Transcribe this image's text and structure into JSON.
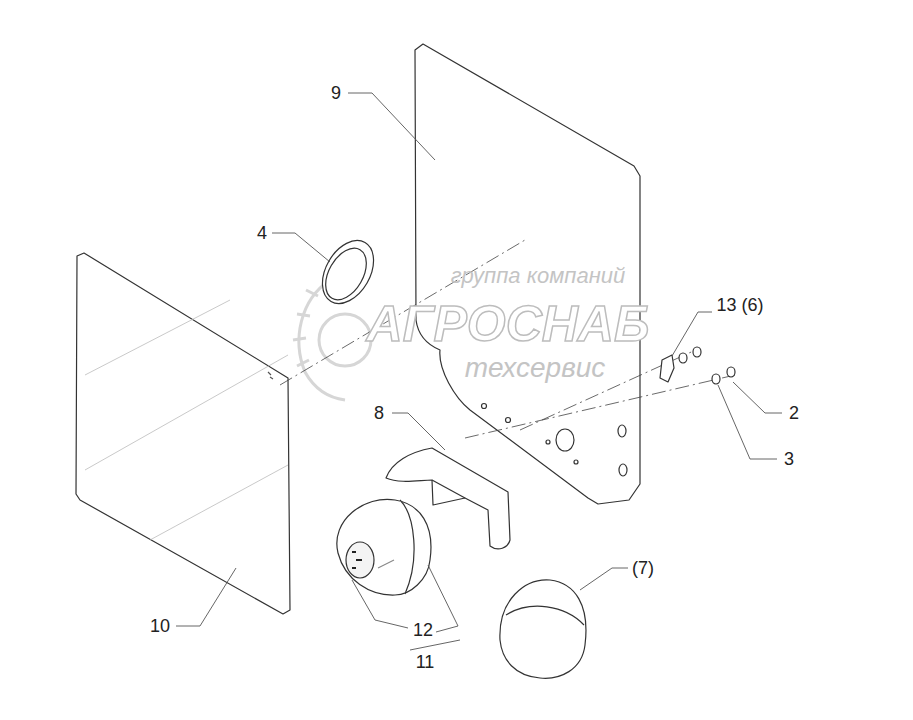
{
  "diagram": {
    "labels": [
      "9",
      "4",
      "13 (6)",
      "2",
      "3",
      "8",
      "10",
      "12",
      "11",
      "(7)",
      "группа компаний",
      "АГРОСНАБ",
      "техсервис"
    ]
  }
}
